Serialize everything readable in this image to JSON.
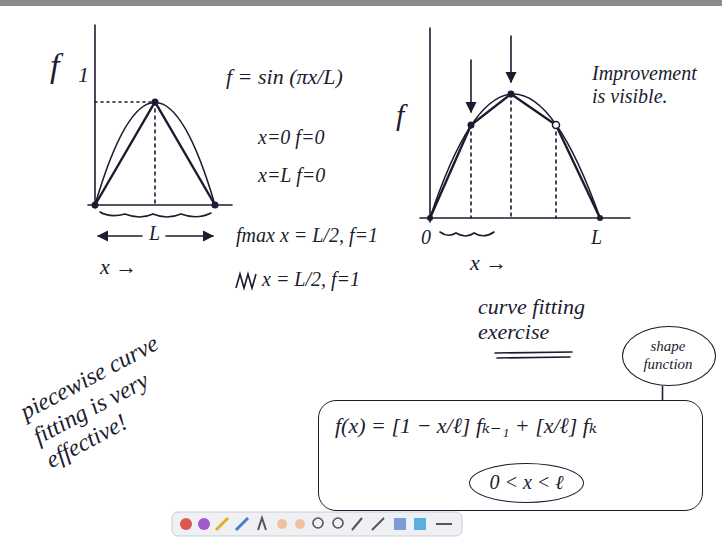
{
  "diagram": {
    "nodes": [
      {
        "text": [
          "shape function"
        ]
      },
      {
        "text": [
          "f(x) = [1 − x/ℓ] fₖ₋₁ + [x/ℓ] fₖ"
        ]
      },
      {
        "text": [
          "0 < x < ℓ"
        ],
        "in": 1
      }
    ],
    "edges": [
      {
        "from": 0,
        "to": 1,
        "arrow": "none"
      }
    ],
    "labels": [
      "f",
      "1",
      "L",
      "x →",
      "f = sin (πx/L)",
      "x=0 f=0",
      "x=L f=0",
      "fmax x = L/2, f=1",
      "x = L/2, f=1",
      "f",
      "0",
      "L",
      "x →",
      "Improvement is visible.",
      "piecewise curve fitting is very effective!",
      "curve fitting exercise"
    ]
  }
}
